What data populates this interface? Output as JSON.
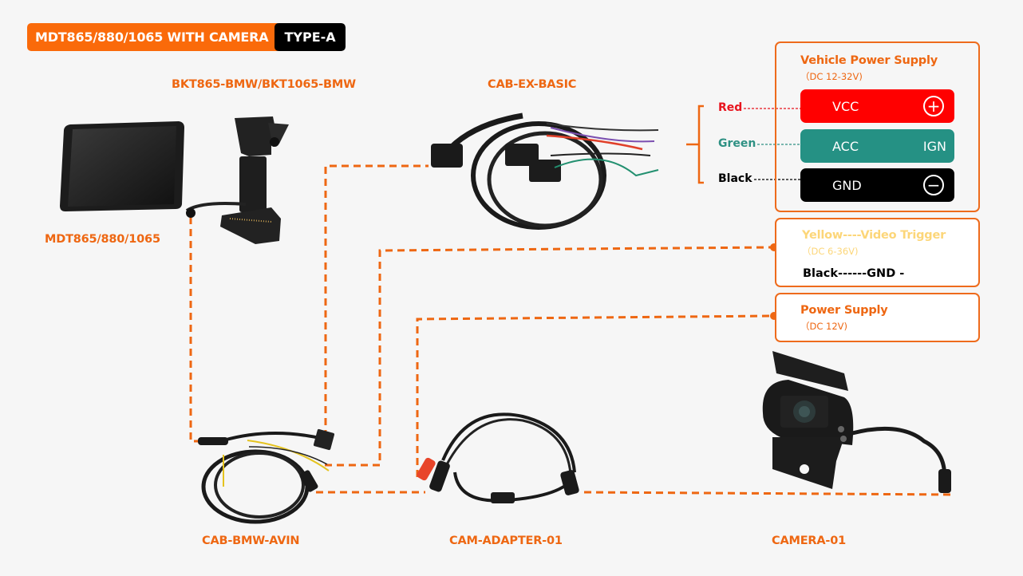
{
  "header": {
    "title": "MDT865/880/1065 WITH CAMERA",
    "type_badge": "TYPE-A"
  },
  "components": {
    "tablet": {
      "label": "MDT865/880/1065",
      "icon": "tablet-device"
    },
    "bracket": {
      "label": "BKT865-BMW/BKT1065-BMW",
      "icon": "mounting-bracket"
    },
    "ext_cable": {
      "label": "CAB-EX-BASIC",
      "icon": "power-cable-harness"
    },
    "avin_cable": {
      "label": "CAB-BMW-AVIN",
      "icon": "av-input-cable"
    },
    "adapter": {
      "label": "CAM-ADAPTER-01",
      "icon": "camera-adapter-cable"
    },
    "camera": {
      "label": "CAMERA-01",
      "icon": "backup-camera"
    }
  },
  "vehicle_power": {
    "title": "Vehicle Power Supply",
    "subtitle": "（DC 12-32V)",
    "wires": [
      {
        "color_name": "Red",
        "terminal": "VCC",
        "symbol": "+",
        "color": "#ff0000",
        "text_color": "#e8141e"
      },
      {
        "color_name": "Green",
        "terminal": "ACC",
        "symbol": "IGN",
        "color": "#259184",
        "text_color": "#2f9184"
      },
      {
        "color_name": "Black",
        "terminal": "GND",
        "symbol": "−",
        "color": "#000000",
        "text_color": "#000000"
      }
    ]
  },
  "video_trigger": {
    "title": "Yellow----Video Trigger",
    "subtitle": "（DC 6-36V)",
    "ground": "Black------GND -",
    "title_color": "#fcd679"
  },
  "camera_power": {
    "title": "Power Supply",
    "subtitle": "（DC 12V)"
  },
  "colors": {
    "accent": "#ee6712",
    "title_bg": "#fa6a0a",
    "background": "#f6f6f6"
  }
}
